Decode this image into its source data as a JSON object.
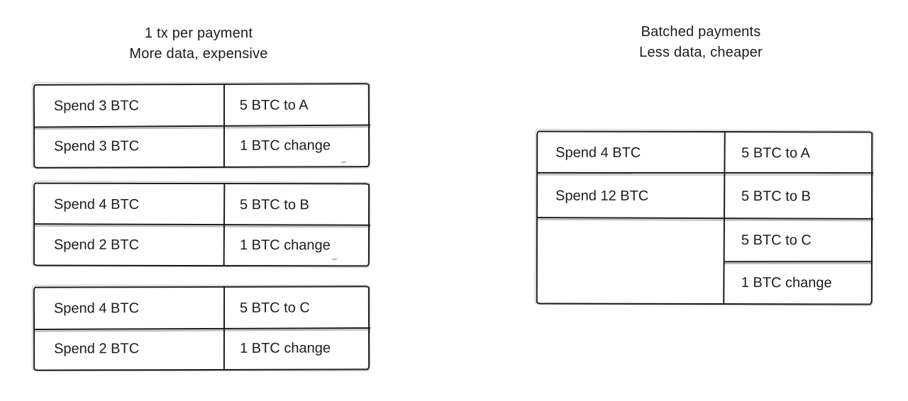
{
  "page": {
    "background": "#ffffff",
    "ink": "#1b1b1b"
  },
  "left_section": {
    "title_line1": "1 tx per payment",
    "title_line2": "More data, expensive",
    "transactions": [
      {
        "inputs": [
          "Spend 3 BTC",
          "Spend 3 BTC"
        ],
        "outputs": [
          "5 BTC to A",
          "1 BTC change"
        ]
      },
      {
        "inputs": [
          "Spend 4 BTC",
          "Spend 2 BTC"
        ],
        "outputs": [
          "5 BTC to B",
          "1 BTC change"
        ]
      },
      {
        "inputs": [
          "Spend 4 BTC",
          "Spend 2 BTC"
        ],
        "outputs": [
          "5 BTC to C",
          "1 BTC change"
        ]
      }
    ]
  },
  "right_section": {
    "title_line1": "Batched payments",
    "title_line2": "Less data, cheaper",
    "transaction": {
      "inputs": [
        "Spend 4 BTC",
        "Spend 12 BTC"
      ],
      "outputs": [
        "5 BTC to A",
        "5 BTC to B",
        "5 BTC to C",
        "1 BTC change"
      ]
    }
  }
}
